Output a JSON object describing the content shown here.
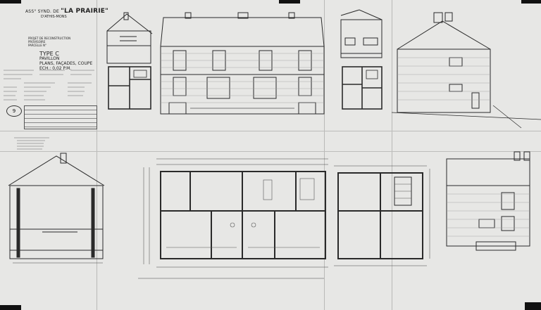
{
  "title_block": {
    "association_prefix": "ASS° SYND. DE",
    "association_name": "\"LA PRAIRIE\"",
    "location": "D'ATHIS-MONS",
    "project_line1": "PROJET DE RECONSTRUCTION",
    "project_line2": "PROVISOIRE",
    "project_line3": "PARCELLE N°",
    "type_label": "TYPE C",
    "type_subtitle": "PAVILLON",
    "drawing_content": "PLANS, FAÇADES, COUPE",
    "scale": "ECH.: 0,02 P.M.",
    "sheet_number": "9"
  },
  "colors": {
    "paper": "#e7e7e5",
    "ink": "#2a2a2a",
    "background": "#2b2b2b"
  }
}
